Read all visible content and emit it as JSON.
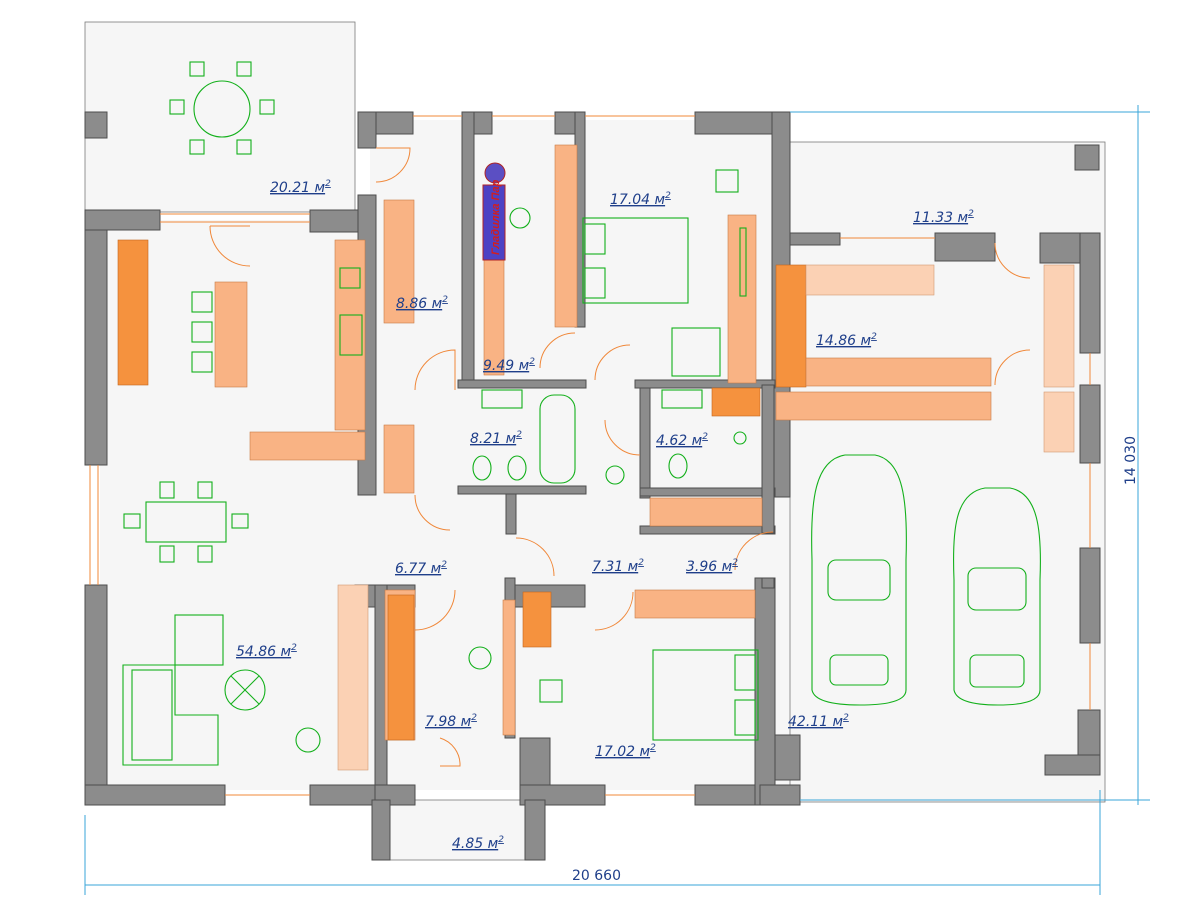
{
  "room_areas": [
    {
      "id": "terrace",
      "value": "20.21",
      "unit": "м"
    },
    {
      "id": "living",
      "value": "54.86",
      "unit": "м"
    },
    {
      "id": "kitchen-hall",
      "value": "8.86",
      "unit": "м"
    },
    {
      "id": "laundry",
      "value": "9.49",
      "unit": "м"
    },
    {
      "id": "bedroom-1",
      "value": "17.04",
      "unit": "м"
    },
    {
      "id": "bath",
      "value": "8.21",
      "unit": "м"
    },
    {
      "id": "wc",
      "value": "4.62",
      "unit": "м"
    },
    {
      "id": "hall",
      "value": "6.77",
      "unit": "м"
    },
    {
      "id": "corridor",
      "value": "7.31",
      "unit": "м"
    },
    {
      "id": "closet",
      "value": "3.96",
      "unit": "м"
    },
    {
      "id": "study",
      "value": "7.98",
      "unit": "м"
    },
    {
      "id": "bedroom-2",
      "value": "17.02",
      "unit": "м"
    },
    {
      "id": "porch",
      "value": "4.85",
      "unit": "м"
    },
    {
      "id": "garage-store",
      "value": "11.33",
      "unit": "м"
    },
    {
      "id": "garage-room",
      "value": "14.86",
      "unit": "м"
    },
    {
      "id": "garage",
      "value": "42.11",
      "unit": "м"
    }
  ],
  "dimensions": {
    "width": "20 660",
    "height": "14 030"
  },
  "sign": {
    "line1": "Гладилка",
    "line2": "Пар"
  },
  "colors": {
    "wall": "#8c8c8c",
    "cabinet": "#f5923e",
    "furniture": "#13b01b",
    "label": "#1f3f8a",
    "dimension": "#3aa6d8"
  }
}
